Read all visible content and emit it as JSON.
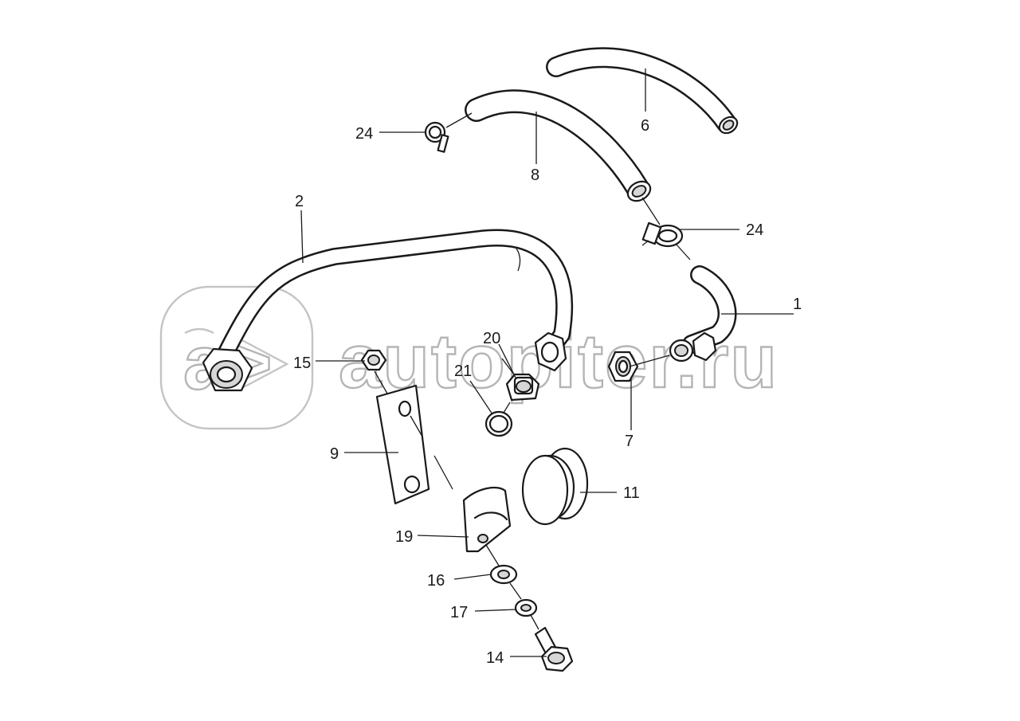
{
  "watermark": {
    "text": "autopiter.ru",
    "logo": "a>"
  },
  "callouts": {
    "c1": "1",
    "c2": "2",
    "c6": "6",
    "c7": "7",
    "c8": "8",
    "c9": "9",
    "c11": "11",
    "c14": "14",
    "c15": "15",
    "c16": "16",
    "c17": "17",
    "c19": "19",
    "c20": "20",
    "c21": "21",
    "c24a": "24",
    "c24b": "24"
  }
}
